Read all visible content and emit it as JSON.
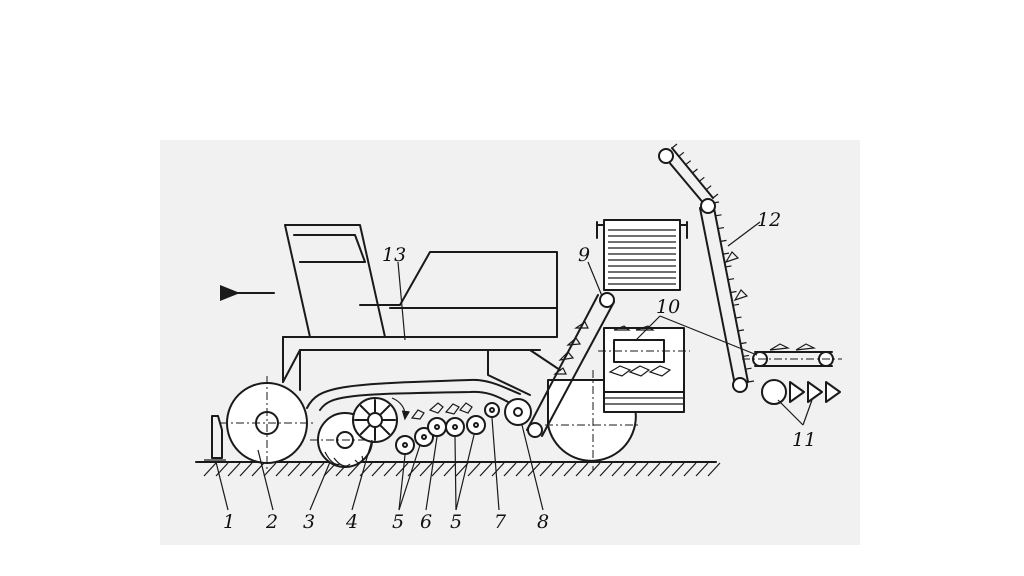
{
  "labels": {
    "l1": "1",
    "l2": "2",
    "l3": "3",
    "l4": "4",
    "l5a": "5",
    "l6": "6",
    "l5b": "5",
    "l7": "7",
    "l8": "8",
    "l9": "9",
    "l10": "10",
    "l11": "11",
    "l12": "12",
    "l13": "13"
  },
  "colors": {
    "background": "#ffffff",
    "panel": "#f1f1f1",
    "ink": "#1a1a1a"
  },
  "icons": {
    "direction_arrow": "arrow-left-icon"
  }
}
